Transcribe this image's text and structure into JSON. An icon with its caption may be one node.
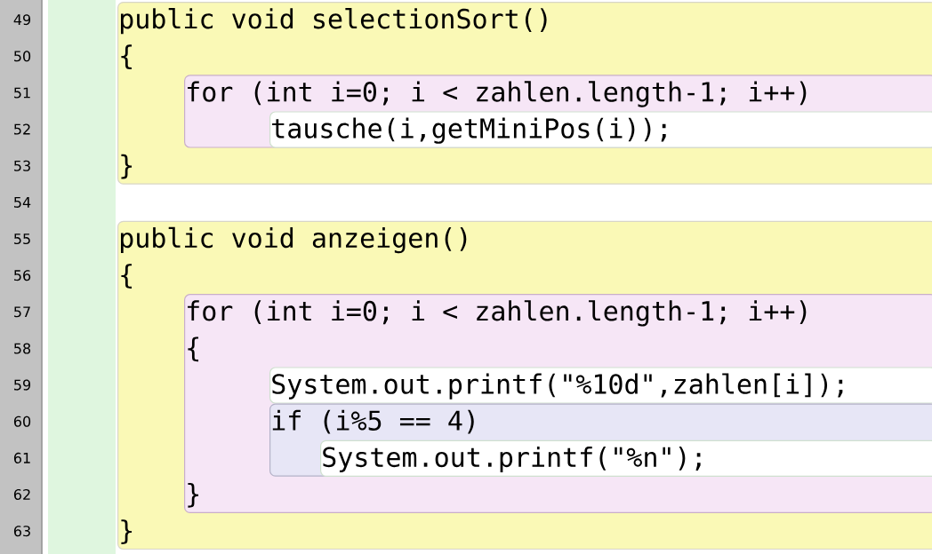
{
  "diagram": {
    "nodes": [
      {
        "text": [
          "public void selectionSort()",
          "{",
          "}"
        ]
      },
      {
        "text": [
          "for (int i=0; i < zahlen.length-1; i++)"
        ],
        "in": 0
      },
      {
        "text": [
          "tausche(i,getMiniPos(i));"
        ],
        "in": 1
      },
      {
        "text": [
          "public void anzeigen()",
          "{",
          "}"
        ]
      },
      {
        "text": [
          "for (int i=0; i < zahlen.length-1; i++)",
          "{",
          "}"
        ],
        "in": 3
      },
      {
        "text": [
          "System.out.printf(\"%10d\",zahlen[i]);"
        ],
        "in": 4
      },
      {
        "text": [
          "if (i%5 == 4)"
        ],
        "in": 4
      },
      {
        "text": [
          "System.out.printf(\"%n\");"
        ],
        "in": 6
      }
    ],
    "labels": [
      "49",
      "50",
      "51",
      "52",
      "53",
      "54",
      "55",
      "56",
      "57",
      "58",
      "59",
      "60",
      "61",
      "62",
      "63"
    ]
  }
}
